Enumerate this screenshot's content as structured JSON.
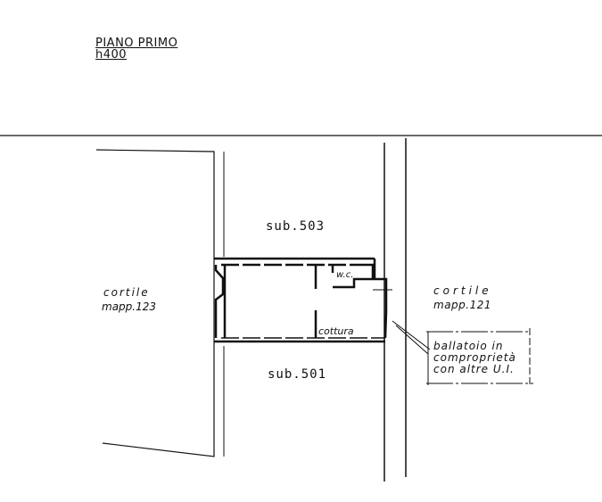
{
  "header": {
    "floor_label": "PIANO PRIMO",
    "height_label": "h400"
  },
  "units": {
    "north": "sub.503",
    "south": "sub.501"
  },
  "courtyards": {
    "west": {
      "name": "cortile",
      "parcel": "mapp.123"
    },
    "east": {
      "name": "cortile",
      "parcel": "mapp.121"
    }
  },
  "rooms": {
    "wc": "w.c.",
    "kitchen": "cottura"
  },
  "note": {
    "line1": "ballatoio in",
    "line2": "comproprietà",
    "line3": "con altre U.I."
  }
}
